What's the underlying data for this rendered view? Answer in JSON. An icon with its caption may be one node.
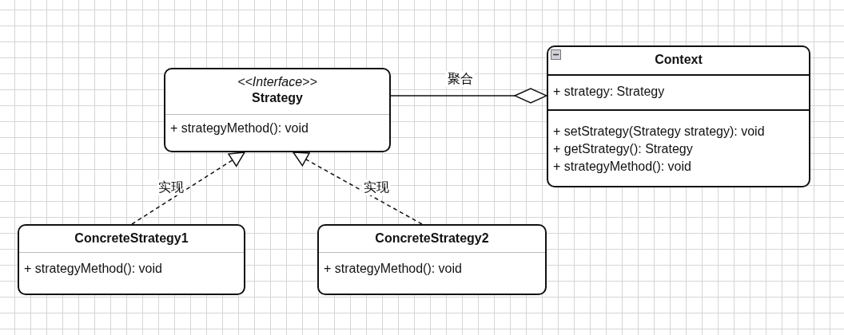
{
  "diagram": {
    "nodes": [
      {
        "text": [
          "<<Interface>>",
          "Strategy",
          "+ strategyMethod(): void"
        ]
      },
      {
        "text": [
          "Context",
          "+ strategy: Strategy",
          "+ setStrategy(Strategy strategy): void",
          "+ getStrategy(): Strategy",
          "+ strategyMethod(): void"
        ]
      },
      {
        "text": [
          "ConcreteStrategy1",
          "+ strategyMethod(): void"
        ]
      },
      {
        "text": [
          "ConcreteStrategy2",
          "+ strategyMethod(): void"
        ]
      }
    ],
    "edges": [
      {
        "from": 0,
        "to": 1,
        "arrow": "other",
        "label": "聚合"
      },
      {
        "from": 2,
        "to": 0,
        "arrow": "to",
        "style": "dashed",
        "label": "实现"
      },
      {
        "from": 3,
        "to": 0,
        "arrow": "to",
        "style": "dashed",
        "label": "实现"
      }
    ]
  }
}
